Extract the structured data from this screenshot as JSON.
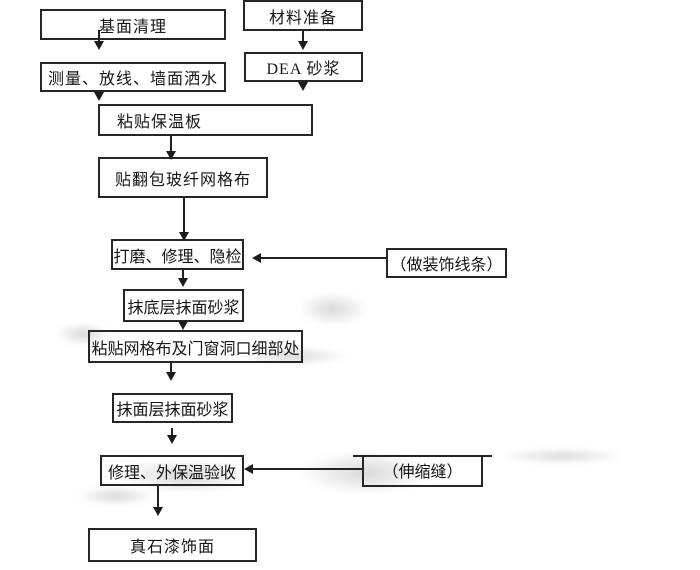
{
  "colors": {
    "background": "#ffffff",
    "line": "#222222",
    "text": "#161616"
  },
  "nodes": {
    "base_surface_cleaning": "基面清理",
    "material_preparation": "材料准备",
    "measure_layout_wall_spray": "测量、放线、墙面洒水",
    "dea_mortar": "DEA 砂浆",
    "paste_insulation_board": "粘贴保温板",
    "paste_wrapped_fiberglass_mesh": "贴翻包玻纤网格布",
    "grind_repair_hidden_inspection": "打磨、修理、隐检",
    "decorative_moulding": "（做装饰线条）",
    "base_coat_plaster_mortar": "抹底层抹面砂浆",
    "paste_mesh_and_opening_details": "粘贴网格布及门窗洞口细部处",
    "finish_coat_plaster_mortar": "抹面层抹面砂浆",
    "repair_external_insulation_acceptance": "修理、外保温验收",
    "expansion_joint": "（伸缩缝）",
    "real_stone_paint_finish": "真石漆饰面"
  }
}
